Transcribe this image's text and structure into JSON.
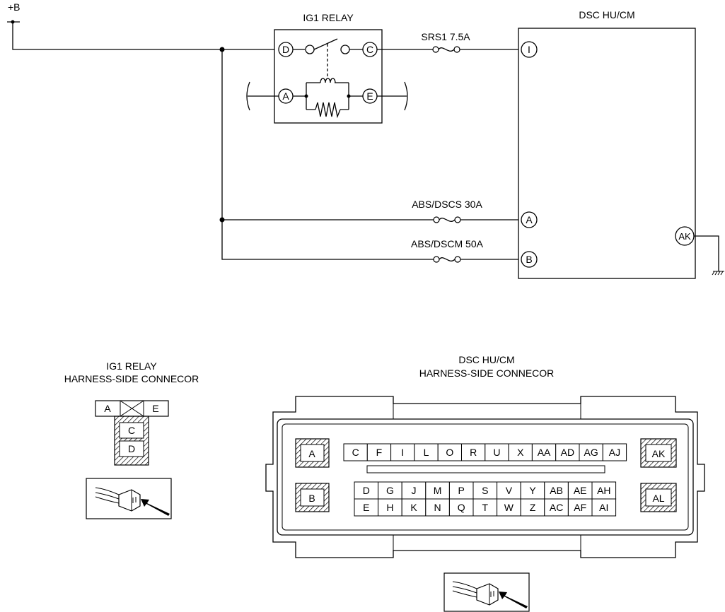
{
  "schematic": {
    "power_label": "+B",
    "relay": {
      "title": "IG1 RELAY",
      "pins": {
        "d": "D",
        "c": "C",
        "a": "A",
        "e": "E"
      }
    },
    "module": {
      "title": "DSC HU/CM",
      "pins": {
        "i": "I",
        "a": "A",
        "b": "B",
        "ak": "AK"
      }
    },
    "fuses": {
      "srs1": "SRS1 7.5A",
      "abs_dscs": "ABS/DSCS 30A",
      "abs_dscm": "ABS/DSCM 50A"
    }
  },
  "relay_connector": {
    "title_line1": "IG1 RELAY",
    "title_line2": "HARNESS-SIDE CONNECOR",
    "pins": {
      "a": "A",
      "e": "E",
      "c": "C",
      "d": "D"
    }
  },
  "module_connector": {
    "title_line1": "DSC HU/CM",
    "title_line2": "HARNESS-SIDE CONNECOR",
    "large_pins": {
      "a": "A",
      "b": "B",
      "ak": "AK",
      "al": "AL"
    },
    "row_top": [
      "C",
      "F",
      "I",
      "L",
      "O",
      "R",
      "U",
      "X",
      "AA",
      "AD",
      "AG",
      "AJ"
    ],
    "row_mid": [
      "D",
      "G",
      "J",
      "M",
      "P",
      "S",
      "V",
      "Y",
      "AB",
      "AE",
      "AH"
    ],
    "row_bot": [
      "E",
      "H",
      "K",
      "N",
      "Q",
      "T",
      "W",
      "Z",
      "AC",
      "AF",
      "AI"
    ]
  }
}
